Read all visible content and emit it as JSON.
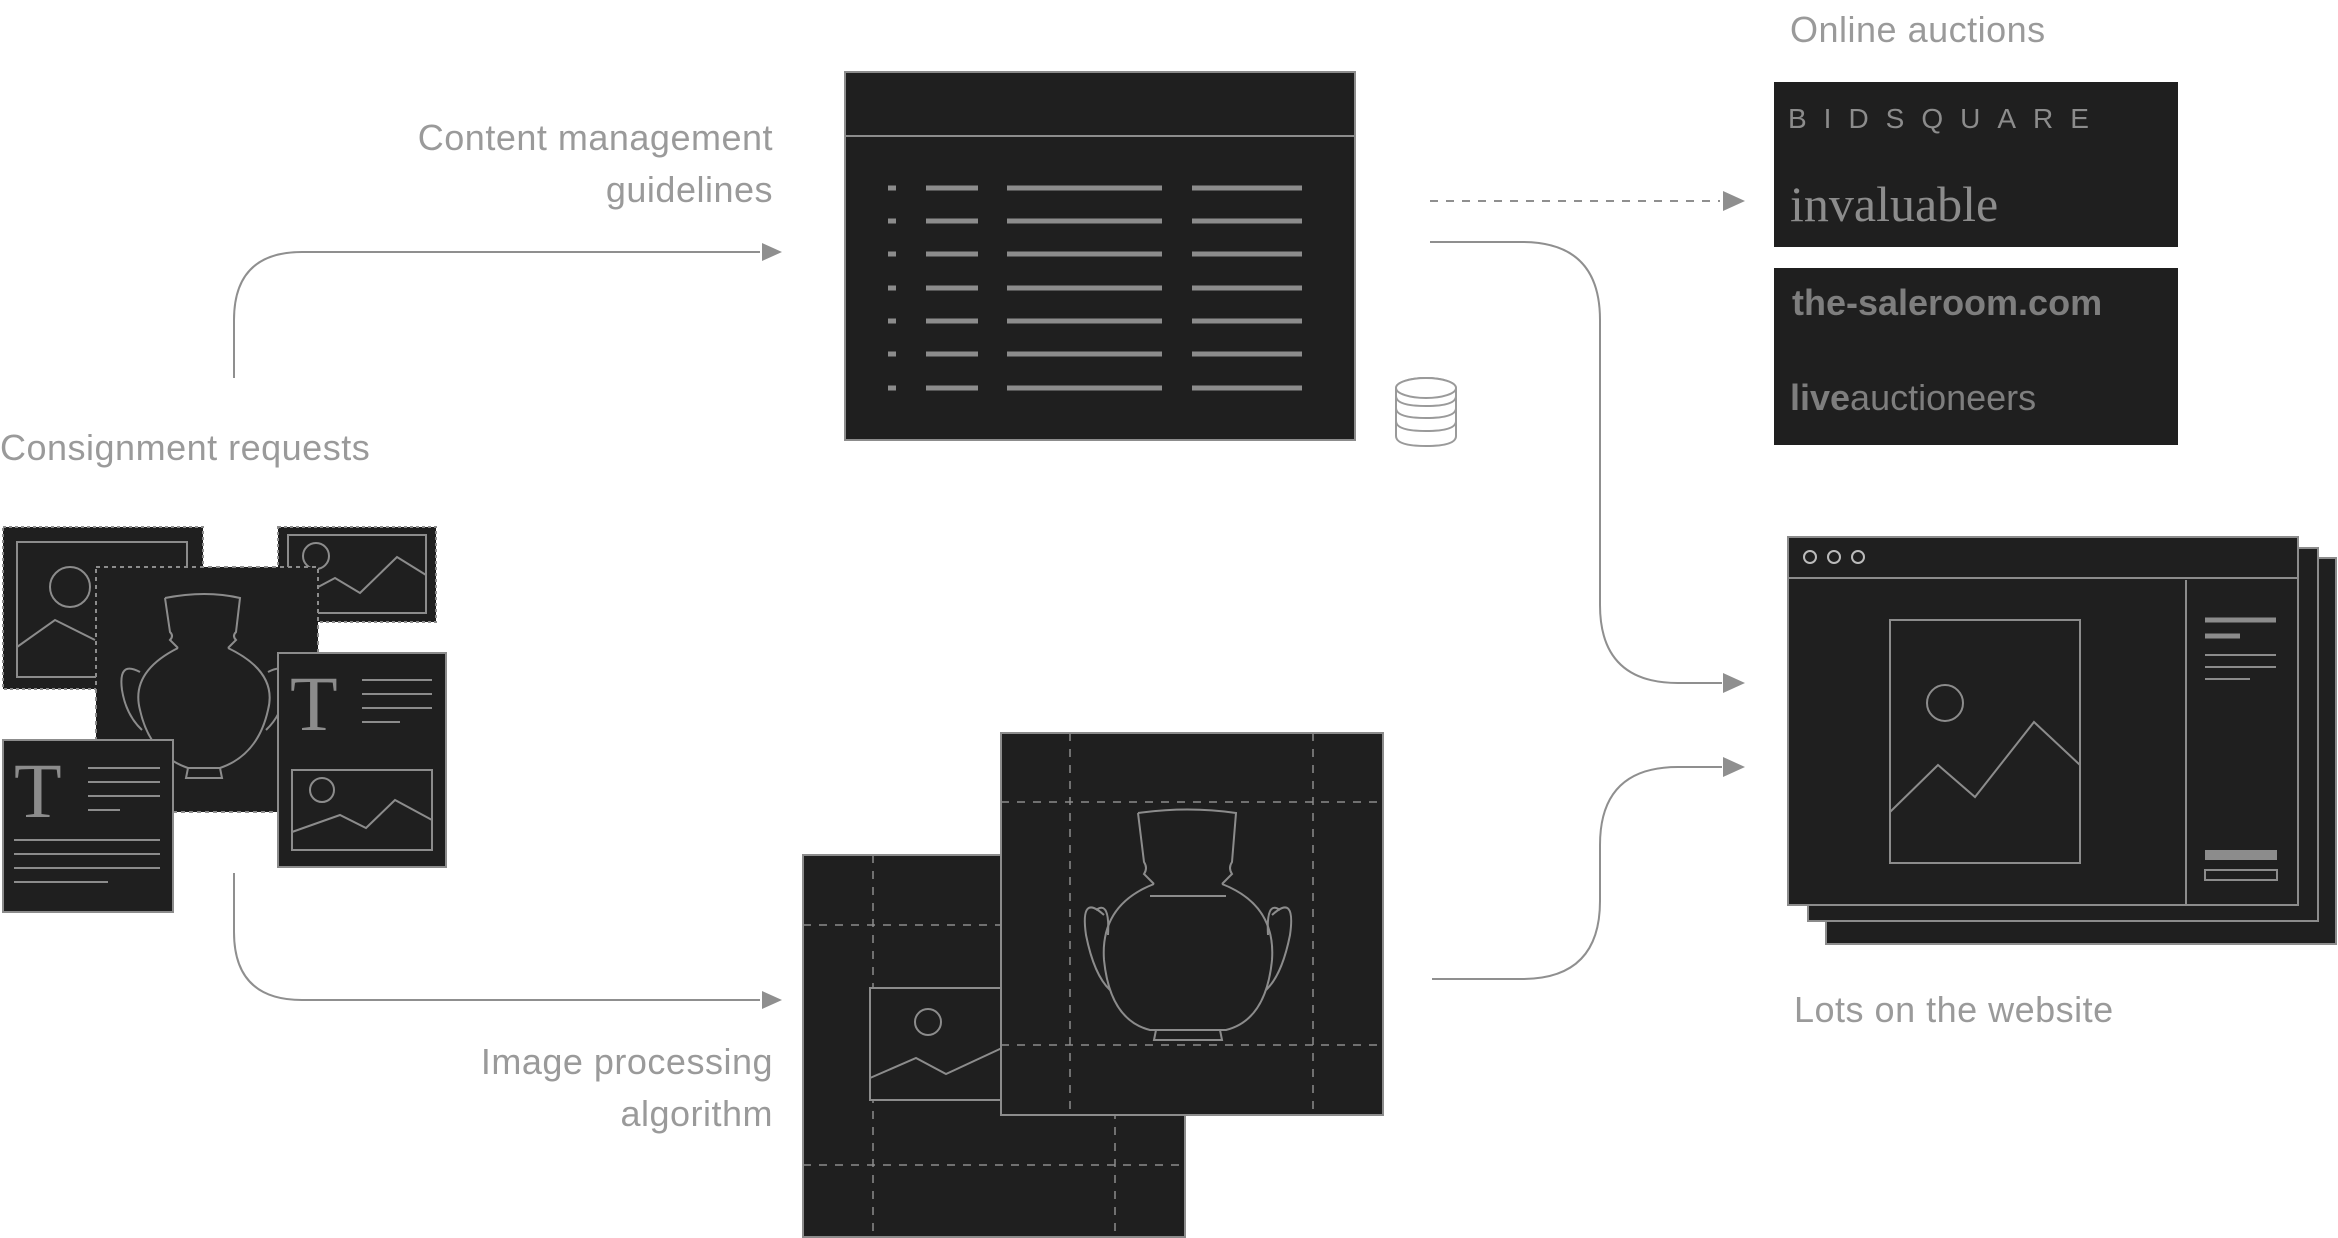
{
  "labels": {
    "content_guidelines": [
      "Content management",
      "guidelines"
    ],
    "consignment": "Consignment requests",
    "image_processing": [
      "Image processing",
      "algorithm"
    ],
    "online_auctions": "Online auctions",
    "lots_website": "Lots on the website"
  },
  "logos": {
    "bidsquare": "BIDSQUARE",
    "invaluable": "invaluable",
    "saleroom": "the-saleroom.com",
    "live": "live",
    "auctioneers": "auctioneers"
  },
  "colors": {
    "panel": "#1f1f1f",
    "line": "#8c8c8c",
    "label": "#9a9a9a",
    "arrow": "#8f8f8f"
  }
}
